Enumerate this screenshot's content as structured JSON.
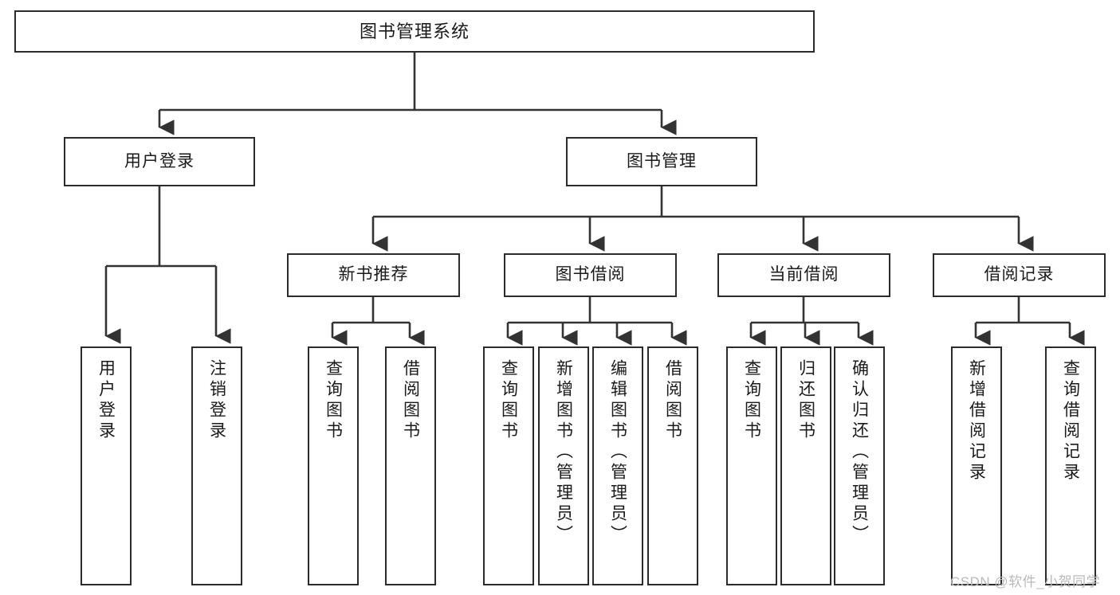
{
  "diagram": {
    "title": "图书管理系统",
    "type": "tree-hierarchy",
    "colors": {
      "box_border": "#2b2b2b",
      "box_fill": "#ffffff",
      "connector": "#333333",
      "text": "#1a1a1a",
      "watermark": "#b9b9b9"
    },
    "nodes": {
      "root": {
        "label": "图书管理系统"
      },
      "level2": [
        {
          "id": "user-login",
          "label": "用户登录"
        },
        {
          "id": "book-management",
          "label": "图书管理"
        }
      ],
      "level3": [
        {
          "id": "new-book-recommend",
          "label": "新书推荐"
        },
        {
          "id": "book-borrow",
          "label": "图书借阅"
        },
        {
          "id": "current-borrow",
          "label": "当前借阅"
        },
        {
          "id": "borrow-record",
          "label": "借阅记录"
        }
      ],
      "leaves": {
        "user_login": [
          {
            "id": "leaf-user-login",
            "label": "用户登录"
          },
          {
            "id": "leaf-logout-login",
            "label": "注销登录"
          }
        ],
        "new_book_recommend": [
          {
            "id": "leaf-query-book-1",
            "label": "查询图书"
          },
          {
            "id": "leaf-borrow-book-1",
            "label": "借阅图书"
          }
        ],
        "book_borrow": [
          {
            "id": "leaf-query-book-2",
            "label": "查询图书"
          },
          {
            "id": "leaf-add-book-admin",
            "label": "新增图书（管理员）"
          },
          {
            "id": "leaf-edit-book-admin",
            "label": "编辑图书（管理员）"
          },
          {
            "id": "leaf-borrow-book-2",
            "label": "借阅图书"
          }
        ],
        "current_borrow": [
          {
            "id": "leaf-query-book-3",
            "label": "查询图书"
          },
          {
            "id": "leaf-return-book",
            "label": "归还图书"
          },
          {
            "id": "leaf-confirm-return-admin",
            "label": "确认归还（管理员）"
          }
        ],
        "borrow_record": [
          {
            "id": "leaf-add-borrow-record",
            "label": "新增借阅记录"
          },
          {
            "id": "leaf-query-borrow-record",
            "label": "查询借阅记录"
          }
        ]
      }
    },
    "watermark": "CSDN @软件_小贺同学"
  }
}
